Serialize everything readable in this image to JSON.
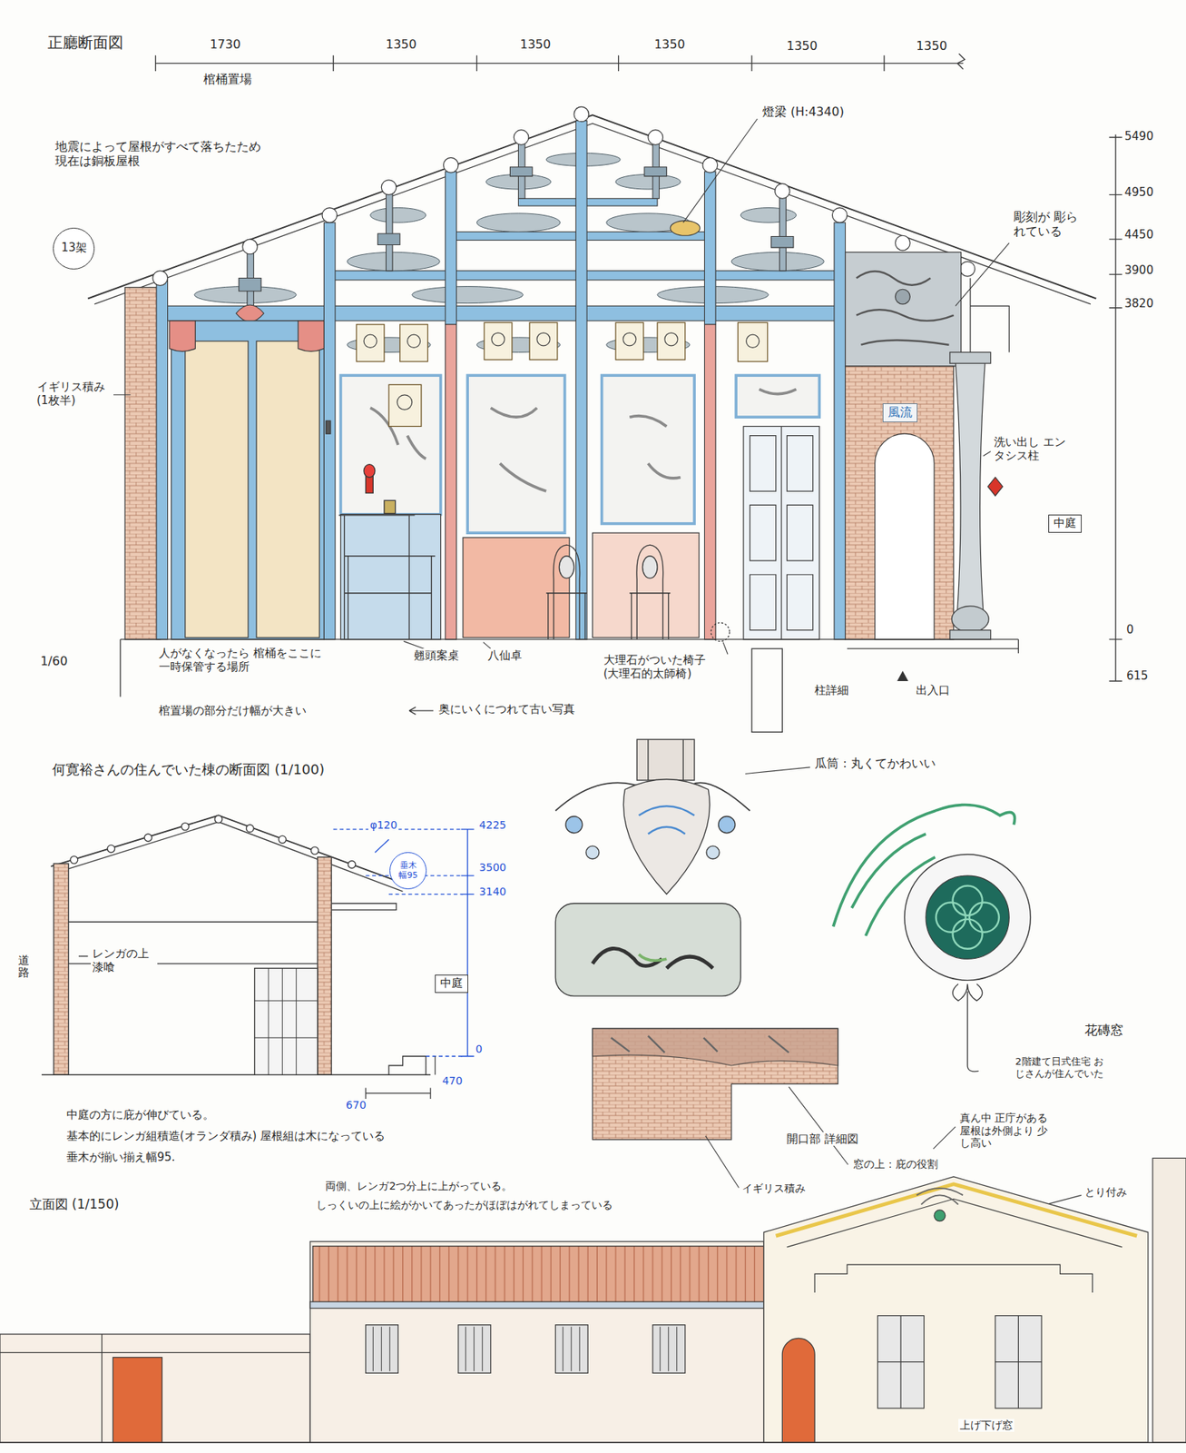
{
  "diagram": {
    "nodes": [
      {
        "text": [
          "13架"
        ]
      },
      {
        "text": [
          "風流"
        ]
      },
      {
        "text": [
          "中庭"
        ]
      },
      {
        "text": [
          "垂木 幅95"
        ]
      },
      {
        "text": [
          "中庭"
        ]
      }
    ],
    "labels": [
      "正廳断面図",
      "1730",
      "1350",
      "1350",
      "1350",
      "1350",
      "1350",
      "棺桶置場",
      "燈梁 (H:4340)",
      "地震によって屋根がすべて落ちたため 現在は銅板屋根",
      "5490",
      "4950",
      "彫刻が 彫られている",
      "4450",
      "3900",
      "3820",
      "イギリス積み (1枚半)",
      "洗い出し エンタシス柱",
      "0",
      "1/60",
      "615",
      "人がなくなったら 棺桶をここに一時保管する場所",
      "翹頭案桌",
      "八仙卓",
      "大理石がついた椅子 (大理石的太師椅)",
      "柱詳細",
      "出入口",
      "棺置場の部分だけ幅が大きい",
      "奥にいくにつれて古い写真",
      "何寛裕さんの住んでいた棟の断面図 (1/100)",
      "瓜筒：丸くてかわいい",
      "φ120",
      "4225",
      "3500",
      "3140",
      "道路",
      "レンガの上 漆喰",
      "0",
      "470",
      "670",
      "花磚窓",
      "2階建て日式住宅 おじさんが住んでいた",
      "中庭の方に庇が伸びている。",
      "基本的にレンガ組積造(オランダ積み) 屋根組は木になっている",
      "垂木が揃い揃え幅95.",
      "開口部 詳細図",
      "真ん中 正庁がある 屋根は外側より 少し高い",
      "窓の上：庇の役割",
      "とり付み",
      "イギリス積み",
      "両側、レンガ2つ分上に上がっている。",
      "しっくいの上に絵がかいてあったがほぼはがれてしまっている",
      "立面図 (1/150)",
      "上げ下げ窓"
    ]
  }
}
